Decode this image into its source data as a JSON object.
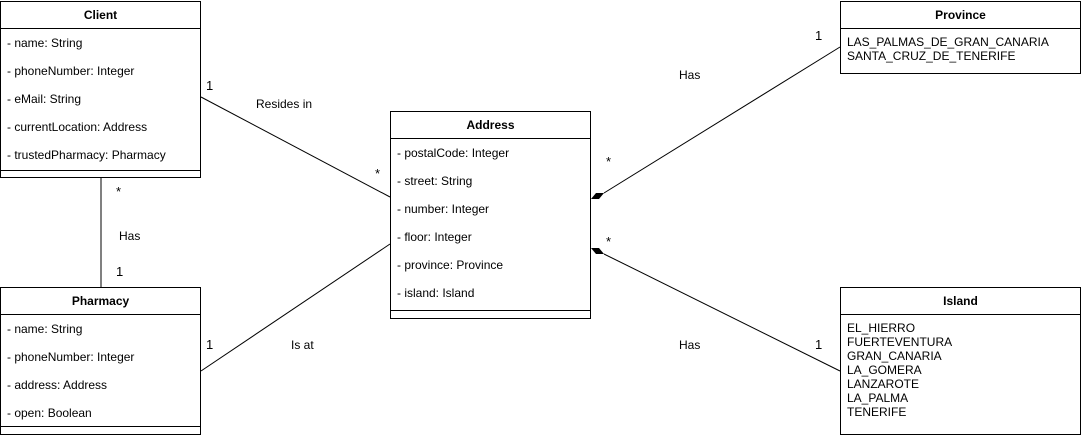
{
  "client": {
    "name": "Client",
    "attributes": [
      "- name: String",
      "- phoneNumber: Integer",
      "- eMail: String",
      "- currentLocation: Address",
      "- trustedPharmacy: Pharmacy"
    ]
  },
  "pharmacy": {
    "name": "Pharmacy",
    "attributes": [
      "- name: String",
      "- phoneNumber: Integer",
      "- address: Address",
      "- open: Boolean"
    ]
  },
  "address": {
    "name": "Address",
    "attributes": [
      "- postalCode: Integer",
      "- street: String",
      "- number: Integer",
      "- floor: Integer",
      "- province: Province",
      "- island: Island"
    ]
  },
  "province": {
    "name": "Province",
    "values": [
      "LAS_PALMAS_DE_GRAN_CANARIA",
      "SANTA_CRUZ_DE_TENERIFE"
    ]
  },
  "island": {
    "name": "Island",
    "values": [
      "EL_HIERRO",
      "FUERTEVENTURA",
      "GRAN_CANARIA",
      "LA_GOMERA",
      "LANZAROTE",
      "LA_PALMA",
      "TENERIFE"
    ]
  },
  "associations": {
    "resides_in": {
      "label": "Resides in",
      "mult_client": "1",
      "mult_address": "*"
    },
    "client_has": {
      "label": "Has",
      "mult_client": "*",
      "mult_pharmacy": "1"
    },
    "is_at": {
      "label": "Is at",
      "mult_pharmacy": "1"
    },
    "province_has": {
      "label": "Has",
      "mult_address": "*",
      "mult_province": "1"
    },
    "island_has": {
      "label": "Has",
      "mult_address": "*",
      "mult_island": "1"
    }
  }
}
